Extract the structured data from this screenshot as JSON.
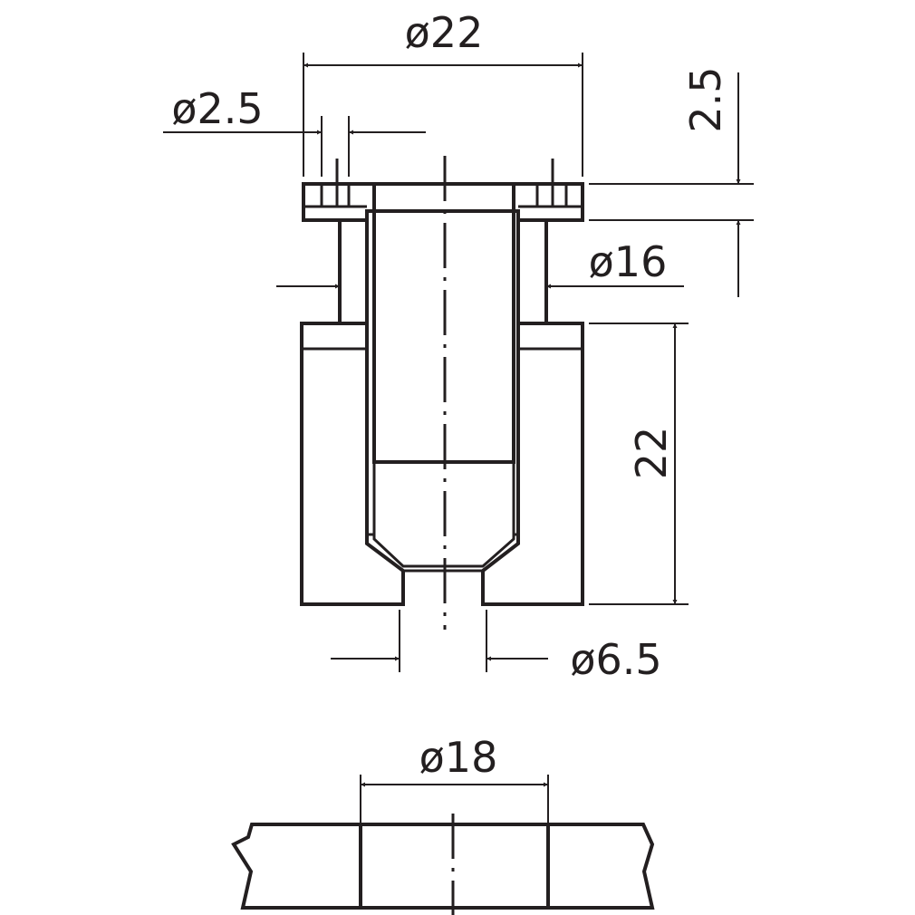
{
  "colors": {
    "line": "#231f20",
    "glass_top": "#ffffff",
    "glass_bottom": "#5fc1ea"
  },
  "dimensions": {
    "outer_diameter": "ø22",
    "hole_diameter": "ø2.5",
    "flange_thickness": "2.5",
    "sleeve_diameter": "ø16",
    "body_height": "22",
    "bore_diameter": "ø6.5",
    "glass_hole_diameter": "ø18"
  }
}
